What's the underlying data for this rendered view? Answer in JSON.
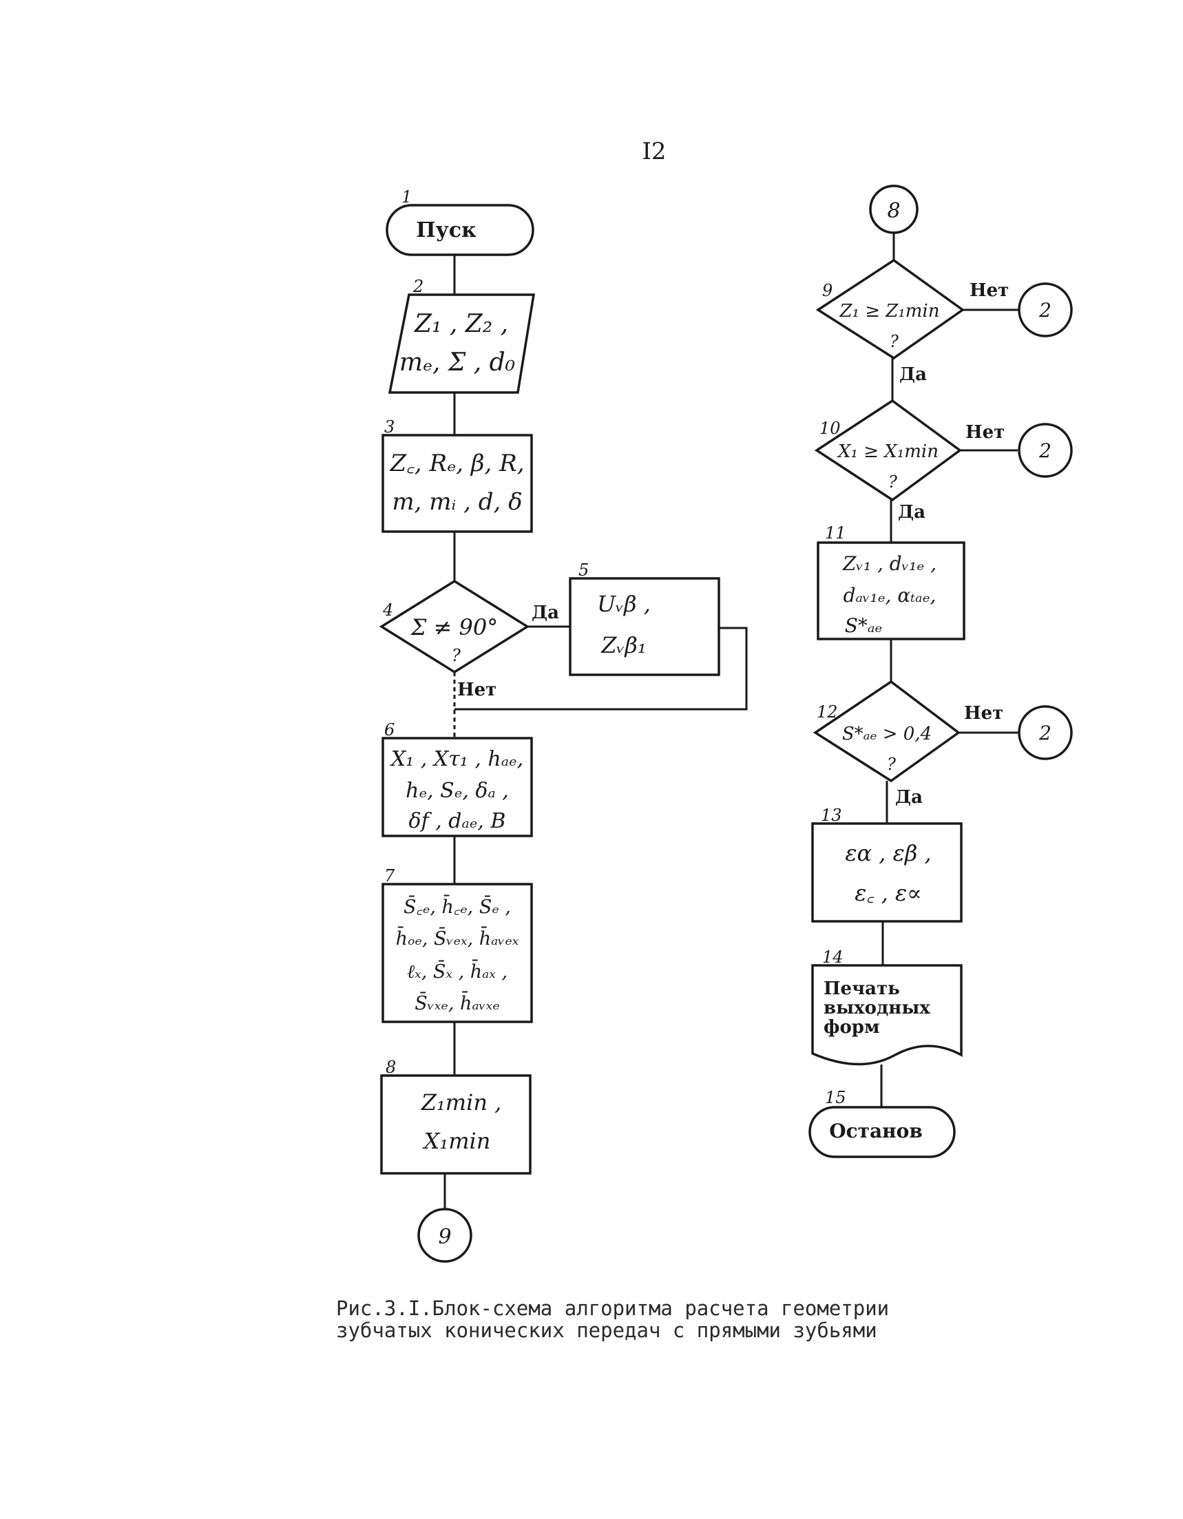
{
  "page_number": "I2",
  "blocks": {
    "b1": {
      "num": "1",
      "text": [
        "Пуск"
      ]
    },
    "b2": {
      "num": "2",
      "lines": [
        "Z₁ , Z₂ ,",
        "mₑ, Σ , d₀"
      ]
    },
    "b3": {
      "num": "3",
      "lines": [
        "Z꜀, Rₑ, β, R,",
        "m, mᵢ , d, δ"
      ]
    },
    "b4": {
      "num": "4",
      "text": "Σ ≠ 90°",
      "yes": "Да",
      "no": "Нет"
    },
    "b5": {
      "num": "5",
      "lines": [
        "Uᵥβ ,",
        "Zᵥβ₁"
      ]
    },
    "b6": {
      "num": "6",
      "lines": [
        "X₁ , Xτ₁ , hₐₑ,",
        "hₑ, Sₑ, δₐ ,",
        "δf , dₐₑ, B"
      ]
    },
    "b7": {
      "num": "7",
      "lines": [
        "S̄꜀ₑ, h̄꜀ₑ, S̄ₑ ,",
        "h̄ₒₑ, S̄ᵥₑₓ, h̄ₐᵥₑₓ",
        "ℓₓ, S̄ₓ , h̄ₐₓ ,",
        "S̄ᵥₓₑ, h̄ₐᵥₓₑ"
      ]
    },
    "b8": {
      "num": "8",
      "lines": [
        "Z₁min ,",
        "X₁min"
      ]
    },
    "b9": {
      "num": "9",
      "text": "Z₁ ≥ Z₁min",
      "yes": "Да",
      "no": "Нет"
    },
    "b10": {
      "num": "10",
      "text": "X₁ ≥ X₁min",
      "yes": "Да",
      "no": "Нет"
    },
    "b11": {
      "num": "11",
      "lines": [
        "Zᵥ₁ , dᵥ₁ₑ ,",
        "dₐᵥ₁ₑ, αₜₐₑ,",
        "S*ₐₑ"
      ]
    },
    "b12": {
      "num": "12",
      "text": "S*ₐₑ > 0,4",
      "yes": "Да",
      "no": "Нет"
    },
    "b13": {
      "num": "13",
      "lines": [
        "εα , εβ ,",
        "ε꜀ , ε∝"
      ]
    },
    "b14": {
      "num": "14",
      "lines": [
        "Печать",
        "выходных",
        "форм"
      ]
    },
    "b15": {
      "num": "15",
      "text": [
        "Останов"
      ]
    }
  },
  "connectors": {
    "bottom_left": "9",
    "top_right": "8",
    "right_9": "2",
    "right_10": "2",
    "right_12": "2"
  },
  "decision_question_marks": [
    "?",
    "?",
    "?",
    "?"
  ],
  "caption": {
    "line1": "Рис.3.I.Блок-схема алгоритма расчета геометрии",
    "line2": "зубчатых конических передач с прямыми зубьями"
  }
}
